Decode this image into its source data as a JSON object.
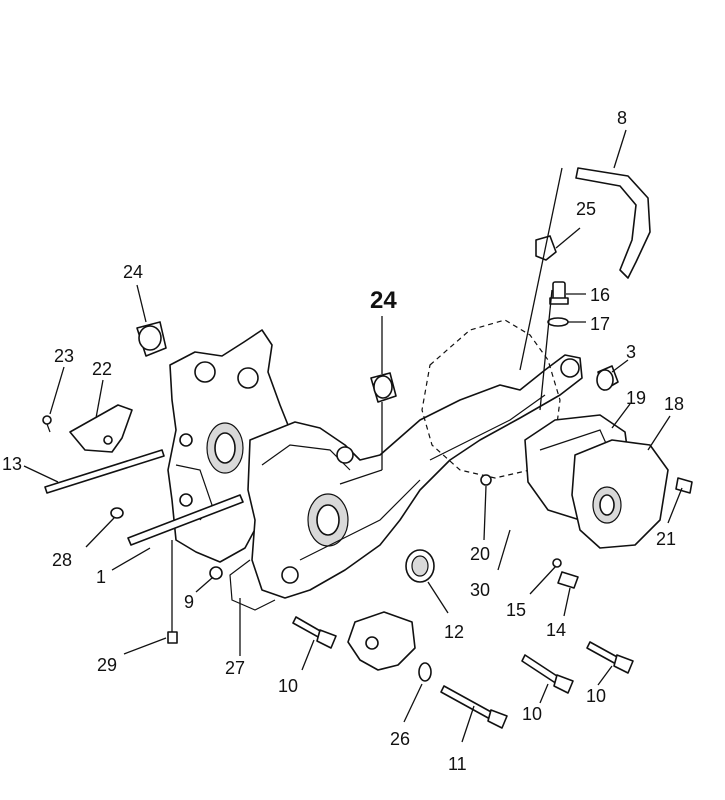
{
  "callouts": {
    "c1": "1",
    "c3": "3",
    "c8": "8",
    "c9": "9",
    "c10a": "10",
    "c10b": "10",
    "c10c": "10",
    "c11": "11",
    "c12": "12",
    "c13": "13",
    "c14": "14",
    "c15": "15",
    "c16": "16",
    "c17": "17",
    "c18": "18",
    "c19": "19",
    "c20": "20",
    "c21": "21",
    "c22": "22",
    "c23": "23",
    "c24a": "24",
    "c24b": "24",
    "c25": "25",
    "c26": "26",
    "c27": "27",
    "c28": "28",
    "c29": "29",
    "c30": "30"
  }
}
